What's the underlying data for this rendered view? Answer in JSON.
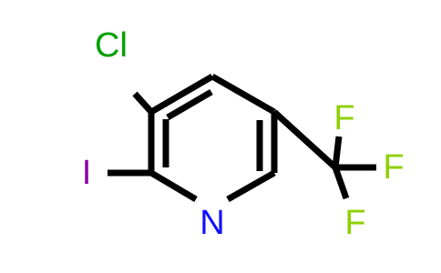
{
  "molecule": {
    "atoms": {
      "cl": {
        "label": "Cl",
        "color": "#00a000"
      },
      "i": {
        "label": "I",
        "color": "#8a00a8"
      },
      "n": {
        "label": "N",
        "color": "#1010ff"
      },
      "f_top": {
        "label": "F",
        "color": "#8fd000"
      },
      "f_right": {
        "label": "F",
        "color": "#8fd000"
      },
      "f_bottom": {
        "label": "F",
        "color": "#8fd000"
      }
    },
    "bond_color": "#000000"
  }
}
